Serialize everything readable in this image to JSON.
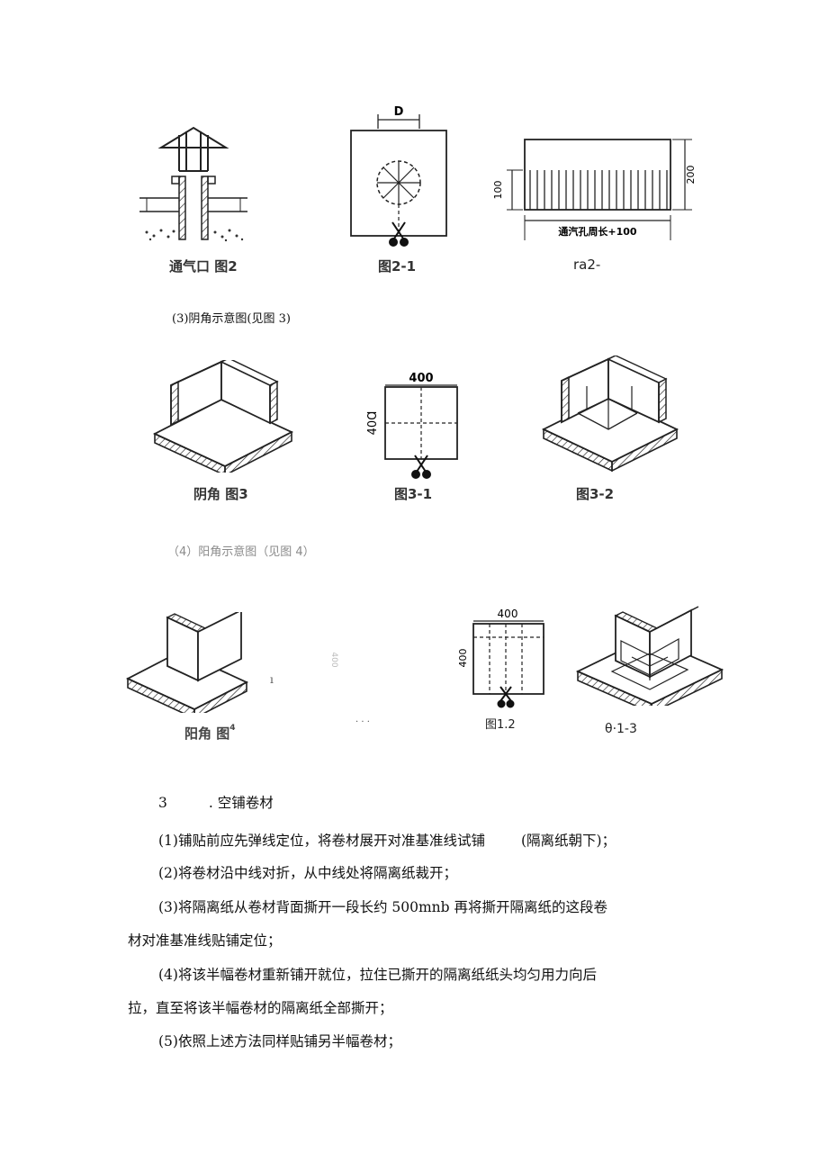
{
  "row1": {
    "fig1_caption": "通气口 图2",
    "fig2_caption": "图2-1",
    "fig2_dim": "D",
    "fig3_caption": "ra2-",
    "fig3_dim_left": "100",
    "fig3_dim_right": "200",
    "fig3_bottom_label": "通汽孔周长+100"
  },
  "note3": "(3)阴角示意图(见图 3)",
  "row2": {
    "fig1_caption": "阴角 图3",
    "fig2_caption": "图3-1",
    "fig2_dim_top": "400",
    "fig2_dim_left": "40Ɑ",
    "fig3_caption": "图3-2"
  },
  "note4": "（4）阳角示意图（见图 4）",
  "row3": {
    "fig1_caption": "阳角 图",
    "fig1_caption_tail": "4",
    "frag_mark": "ı",
    "frag_side": "400",
    "frag_dots": "· · ·",
    "fig3_caption": "图1.2",
    "fig3_dim_top": "400",
    "fig3_dim_left": "400",
    "fig4_caption": "θ·1-3"
  },
  "section": {
    "number": "3",
    "title": ". 空铺卷材",
    "paragraphs": [
      {
        "text": "(1)铺贴前应先弹线定位，将卷材展开对准基准线试铺",
        "tail": "(隔离纸朝下)；"
      },
      {
        "text": "(2)将卷材沿中线对折，从中线处将隔离纸裁开；"
      },
      {
        "text": "(3)将隔离纸从卷材背面撕开一段长约 500mnb 再将撕开隔离纸的这段卷"
      },
      {
        "text": "材对准基准线贴铺定位；"
      },
      {
        "text": "(4)将该半幅卷材重新铺开就位，拉住已撕开的隔离纸纸头均匀用力向后"
      },
      {
        "text": "拉，直至将该半幅卷材的隔离纸全部撕开；"
      },
      {
        "text": "(5)依照上述方法同样贴铺另半幅卷材；"
      }
    ]
  }
}
